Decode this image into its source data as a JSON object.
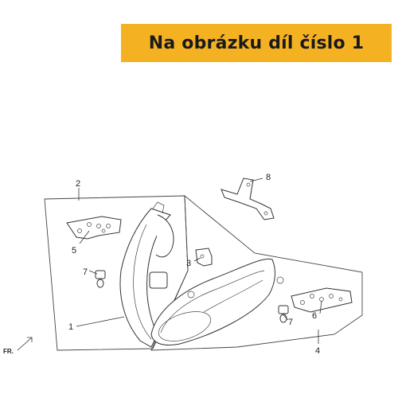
{
  "banner": {
    "text": "Na obrázku díl číslo 1"
  },
  "callouts": {
    "c1": "1",
    "c2": "2",
    "c3": "3",
    "c4": "4",
    "c5": "5",
    "c6": "6",
    "c7a": "7",
    "c7b": "7",
    "c8": "8"
  },
  "direction_label": "FR."
}
